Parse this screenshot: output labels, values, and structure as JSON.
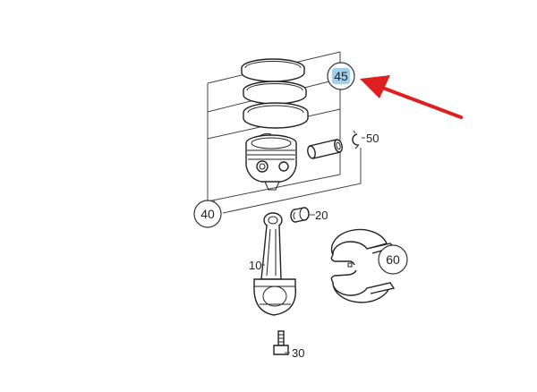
{
  "callouts": {
    "c45": {
      "label": "45",
      "highlight": "#9fd0ef"
    },
    "c40": {
      "label": "40"
    },
    "c60": {
      "label": "60"
    }
  },
  "labels": {
    "l50": "50",
    "l20": "20",
    "l10": "10",
    "l30": "30"
  },
  "colors": {
    "arrow": "#e02020",
    "line": "#444444",
    "highlight": "#9fd0ef"
  }
}
